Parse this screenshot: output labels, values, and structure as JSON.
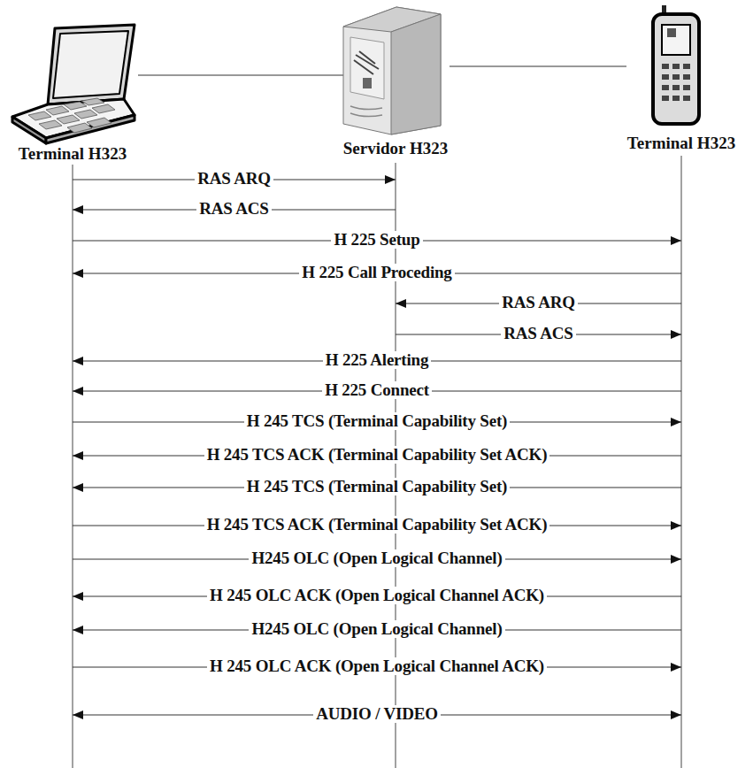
{
  "diagram": {
    "nodes": [
      {
        "text": [
          "Terminal H323"
        ]
      },
      {
        "text": [
          "Servidor H323"
        ]
      },
      {
        "text": [
          "Terminal H323"
        ]
      }
    ],
    "edges": [
      {
        "from": 0,
        "to": 1,
        "arrow": "none"
      },
      {
        "from": 1,
        "to": 2,
        "arrow": "none"
      },
      {
        "from": 0,
        "to": 1,
        "label": "RAS ARQ",
        "arrow": "to"
      },
      {
        "from": 1,
        "to": 0,
        "label": "RAS ACS",
        "arrow": "to"
      },
      {
        "from": 0,
        "to": 2,
        "label": "H 225 Setup",
        "arrow": "to"
      },
      {
        "from": 2,
        "to": 0,
        "label": "H 225 Call Proceding",
        "arrow": "to"
      },
      {
        "from": 2,
        "to": 1,
        "label": "RAS ARQ",
        "arrow": "to"
      },
      {
        "from": 1,
        "to": 2,
        "label": "RAS ACS",
        "arrow": "to"
      },
      {
        "from": 2,
        "to": 0,
        "label": "H 225 Alerting",
        "arrow": "to"
      },
      {
        "from": 2,
        "to": 0,
        "label": "H 225 Connect",
        "arrow": "to"
      },
      {
        "from": 0,
        "to": 2,
        "label": "H 245 TCS (Terminal Capability Set)",
        "arrow": "to"
      },
      {
        "from": 2,
        "to": 0,
        "label": "H 245 TCS ACK (Terminal Capability Set ACK)",
        "arrow": "to"
      },
      {
        "from": 2,
        "to": 0,
        "label": "H 245 TCS (Terminal Capability Set)",
        "arrow": "to"
      },
      {
        "from": 0,
        "to": 2,
        "label": "H 245 TCS ACK (Terminal Capability Set ACK)",
        "arrow": "to"
      },
      {
        "from": 0,
        "to": 2,
        "label": "H245 OLC (Open Logical Channel)",
        "arrow": "to"
      },
      {
        "from": 2,
        "to": 0,
        "label": "H 245 OLC ACK (Open Logical Channel ACK)",
        "arrow": "to"
      },
      {
        "from": 2,
        "to": 0,
        "label": "H245 OLC (Open Logical Channel)",
        "arrow": "to"
      },
      {
        "from": 0,
        "to": 2,
        "label": "H 245 OLC ACK (Open Logical Channel ACK)",
        "arrow": "to"
      },
      {
        "from": 0,
        "to": 2,
        "label": "AUDIO / VIDEO",
        "arrow": "both"
      }
    ]
  }
}
